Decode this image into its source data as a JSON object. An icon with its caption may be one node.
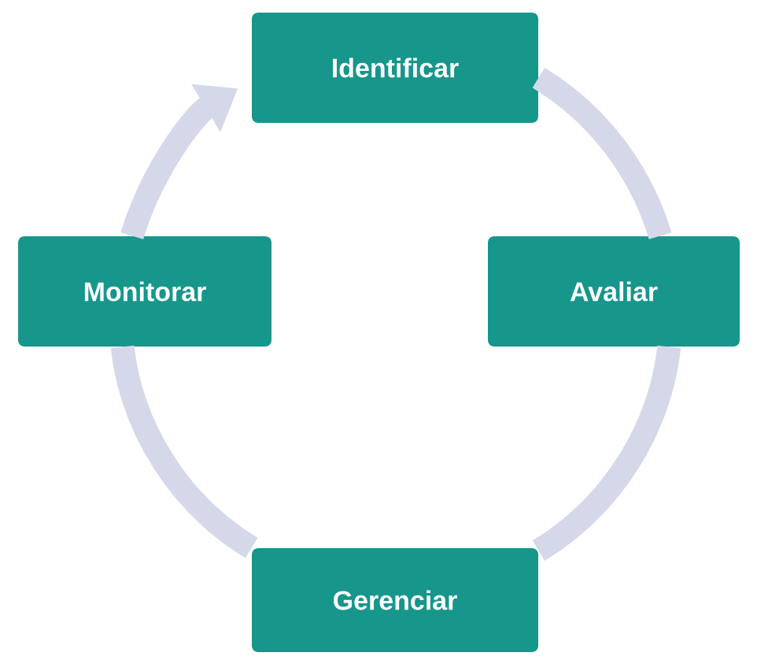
{
  "diagram": {
    "nodes": [
      {
        "text": [
          "Identificar"
        ]
      },
      {
        "text": [
          "Avaliar"
        ]
      },
      {
        "text": [
          "Gerenciar"
        ]
      },
      {
        "text": [
          "Monitorar"
        ]
      }
    ],
    "edges": [
      {
        "from": 0,
        "to": 1,
        "arrow": "none"
      },
      {
        "from": 1,
        "to": 2,
        "arrow": "none"
      },
      {
        "from": 2,
        "to": 3,
        "arrow": "none"
      },
      {
        "from": 3,
        "to": 0,
        "arrow": "to"
      }
    ]
  }
}
